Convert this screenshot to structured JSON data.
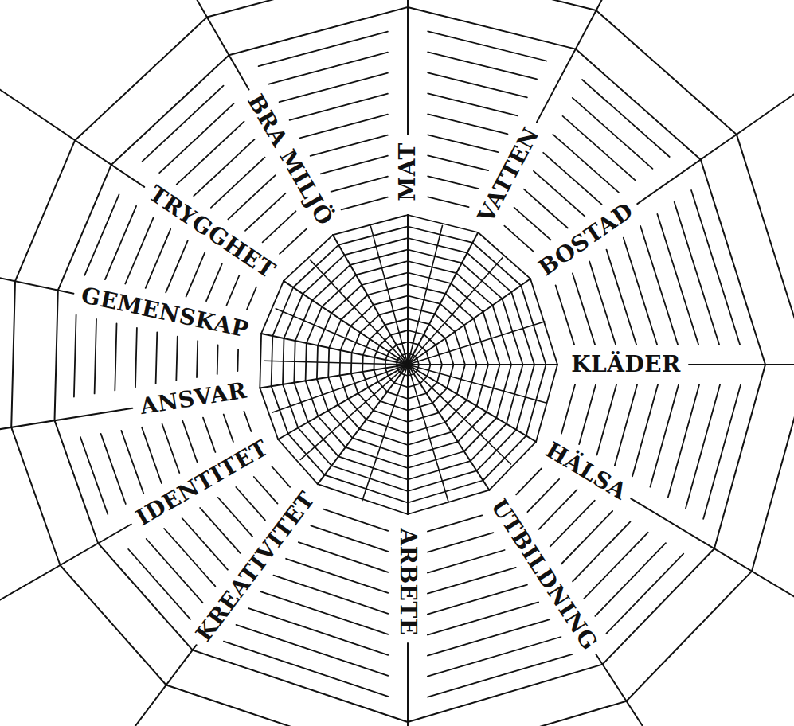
{
  "diagram": {
    "labels": [
      "MAT",
      "VATTEN",
      "BOSTAD",
      "KLÄDER",
      "HÄLSA",
      "UTBILDNING",
      "ARBETE",
      "KREATIVITET",
      "IDENTITET",
      "ANSVAR",
      "GEMENSKAP",
      "TRYGGHET",
      "BRA MILJÖ"
    ]
  }
}
